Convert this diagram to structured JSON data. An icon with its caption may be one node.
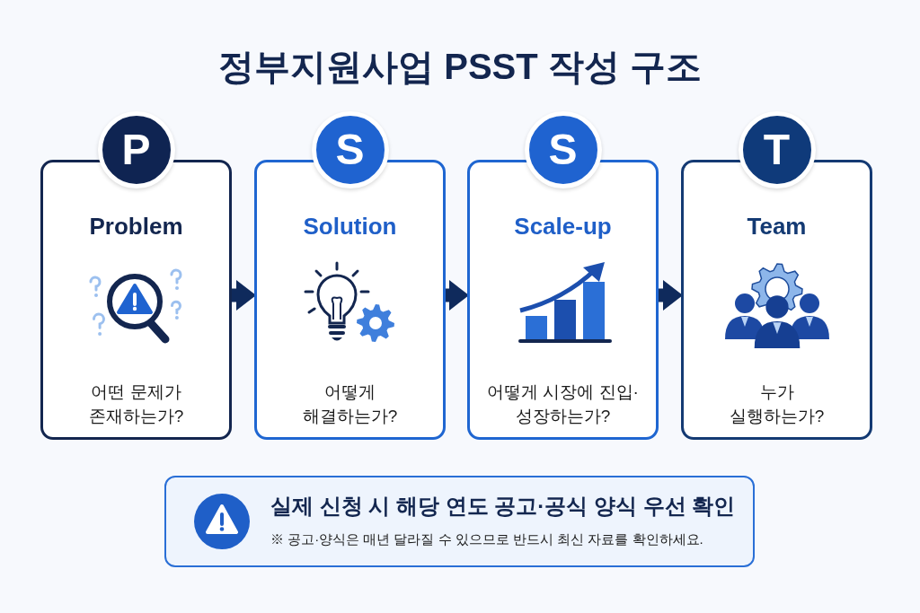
{
  "diagram": {
    "title": "정부지원사업 PSST 작성 구조",
    "nodes": [
      {
        "text": [
          "P",
          "Problem",
          "어떤 문제가 존재하는가?"
        ]
      },
      {
        "text": [
          "S",
          "Solution",
          "어떻게 해결하는가?"
        ]
      },
      {
        "text": [
          "S",
          "Scale-up",
          "어떻게 시장에 진입·성장하는가?"
        ]
      },
      {
        "text": [
          "T",
          "Team",
          "누가 실행하는가?"
        ]
      },
      {
        "text": [
          "실제 신청 시 해당 연도 공고·공식 양식 우선 확인",
          "※ 공고·양식은 매년 달라질 수 있으므로 반드시 최신 자료를 확인하세요."
        ]
      }
    ],
    "edges": [
      {
        "from": 0,
        "to": 1,
        "arrow": "to"
      },
      {
        "from": 1,
        "to": 2,
        "arrow": "to"
      },
      {
        "from": 2,
        "to": 3,
        "arrow": "to"
      }
    ]
  }
}
